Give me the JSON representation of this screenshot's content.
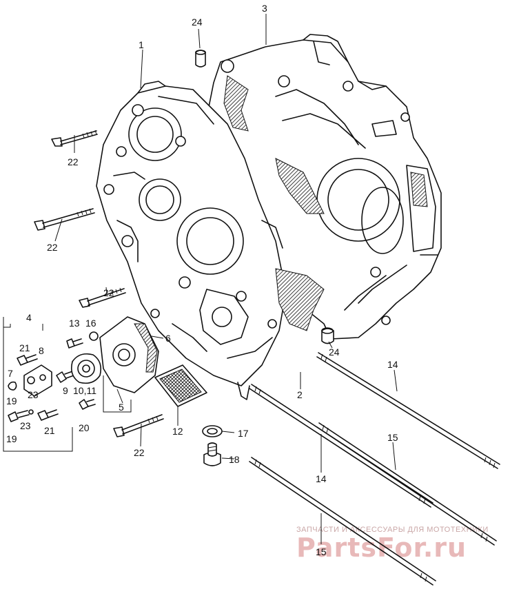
{
  "labels": {
    "l1": "1",
    "l2": "2",
    "l3": "3",
    "l4": "4",
    "l5": "5",
    "l6": "6",
    "l7": "7",
    "l8": "8",
    "l9": "9",
    "l10_11": "10,11",
    "l12": "12",
    "l13": "13",
    "l14a": "14",
    "l14b": "14",
    "l15a": "15",
    "l15b": "15",
    "l16": "16",
    "l17": "17",
    "l18": "18",
    "l19a": "19",
    "l19b": "19",
    "l20": "20",
    "l21a": "21",
    "l21b": "21",
    "l22a": "22",
    "l22b": "22",
    "l22c": "22",
    "l22d": "22",
    "l23a": "23",
    "l23b": "23",
    "l24a": "24",
    "l24b": "24"
  },
  "watermark": {
    "tagline": "ЗАПЧАСТИ И АКСЕССУАРЫ ДЛЯ МОТОТЕХНИКИ",
    "logo": "PartsFor.ru"
  }
}
